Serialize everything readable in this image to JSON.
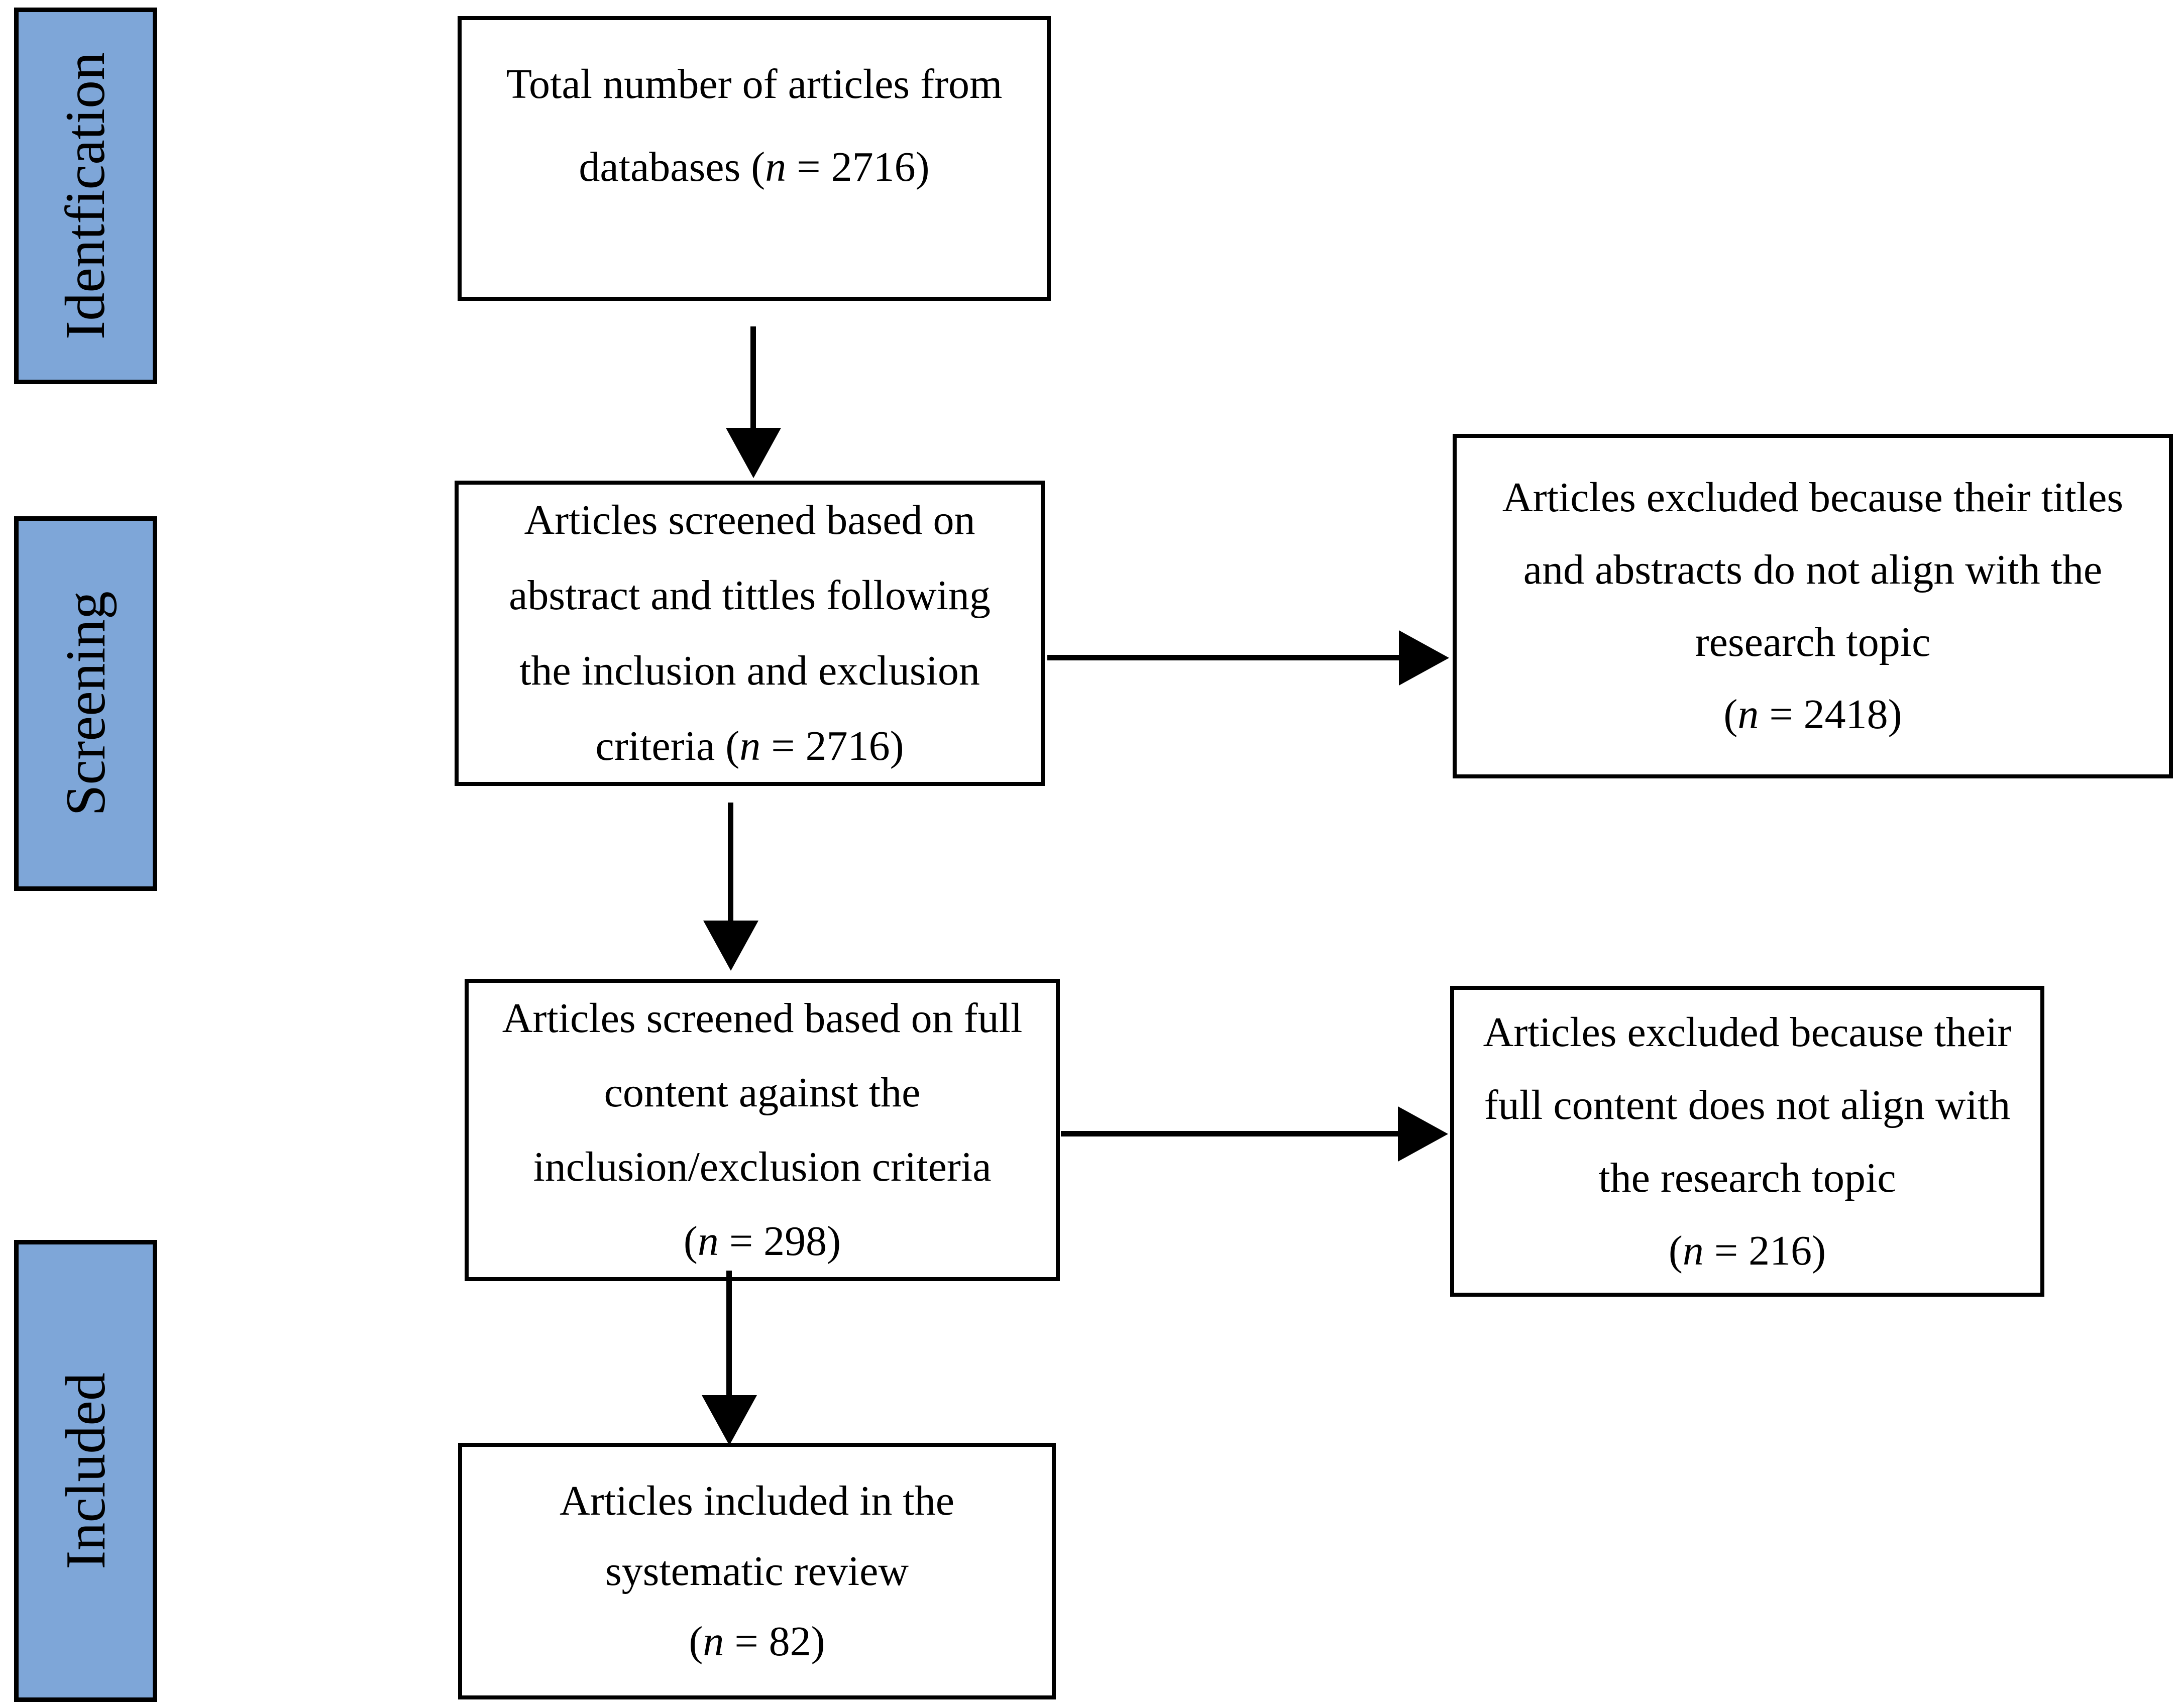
{
  "diagram": {
    "title": "PRISMA article selection flow diagram",
    "colors": {
      "stage_fill": "#7EA6D8",
      "stage_border": "#000000",
      "box_fill": "#FFFFFF",
      "box_border": "#000000",
      "arrow": "#000000",
      "text": "#000000",
      "background": "#FFFFFF"
    },
    "stages": [
      {
        "id": "identification",
        "label": "Identfication"
      },
      {
        "id": "screening",
        "label": "Screening"
      },
      {
        "id": "included",
        "label": "Included"
      }
    ],
    "boxes": {
      "total": {
        "lines": [
          "Total number of articles from",
          "databases (n = 2716)"
        ],
        "count": 2716
      },
      "screened_abstract": {
        "lines": [
          "Articles screened based on",
          "abstract and tittles following",
          "the inclusion and exclusion",
          "criteria (n = 2716)"
        ],
        "count": 2716
      },
      "excluded_titles": {
        "lines": [
          "Articles excluded because their titles",
          "and abstracts do not align with the",
          "research topic",
          "(n = 2418)"
        ],
        "count": 2418
      },
      "screened_full": {
        "lines": [
          "Articles screened based on full",
          "content against the",
          "inclusion/exclusion criteria",
          "(n = 298)"
        ],
        "count": 298
      },
      "excluded_full": {
        "lines": [
          "Articles excluded because their",
          "full content does not align with",
          "the research topic",
          "(n = 216)"
        ],
        "count": 216
      },
      "included_review": {
        "lines": [
          "Articles included in the",
          "systematic review",
          "(n = 82)"
        ],
        "count": 82
      }
    }
  }
}
